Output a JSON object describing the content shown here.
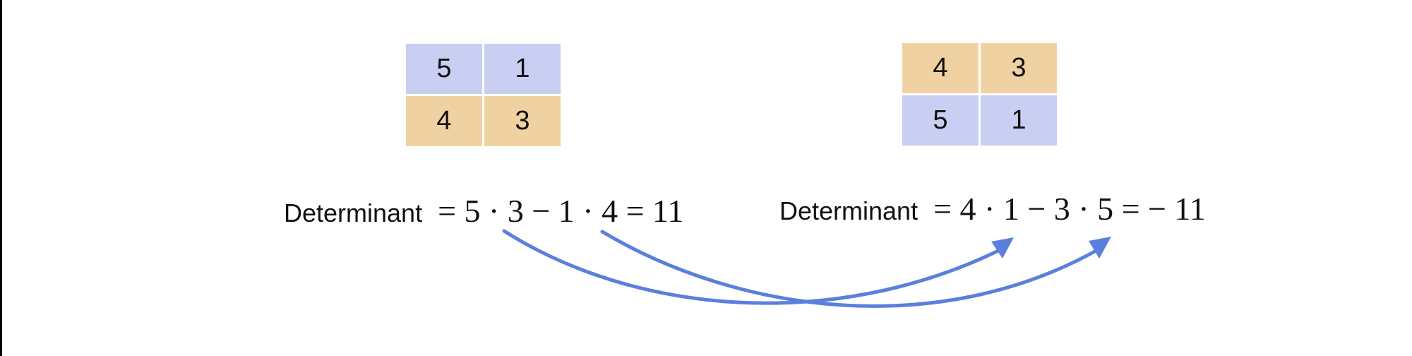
{
  "matrices": {
    "left": {
      "rows": [
        [
          {
            "value": "5",
            "color": "#c9cff2"
          },
          {
            "value": "1",
            "color": "#c9cff2"
          }
        ],
        [
          {
            "value": "4",
            "color": "#f0d2a2"
          },
          {
            "value": "3",
            "color": "#f0d2a2"
          }
        ]
      ]
    },
    "right": {
      "rows": [
        [
          {
            "value": "4",
            "color": "#f0d2a2"
          },
          {
            "value": "3",
            "color": "#f0d2a2"
          }
        ],
        [
          {
            "value": "5",
            "color": "#c9cff2"
          },
          {
            "value": "1",
            "color": "#c9cff2"
          }
        ]
      ]
    }
  },
  "equations": {
    "left": {
      "label": "Determinant",
      "expression": "= 5 · 3 − 1 · 4 = 11"
    },
    "right": {
      "label": "Determinant",
      "expression": "= 4 · 1 − 3 · 5 = − 11"
    }
  },
  "arrows": {
    "color": "#5a7fdc"
  }
}
